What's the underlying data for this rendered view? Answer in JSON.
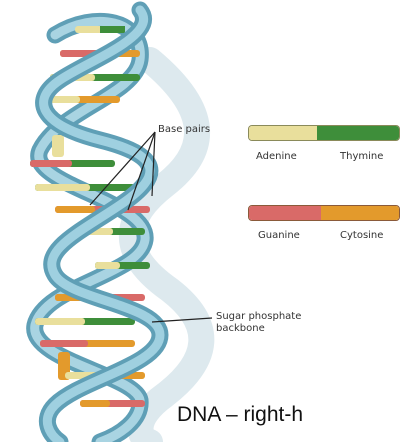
{
  "labels": {
    "base_pairs": "Base pairs",
    "sugar_backbone_line1": "Sugar phosphate",
    "sugar_backbone_line2": "backbone",
    "caption": "DNA – right-h"
  },
  "legend": [
    {
      "left": "Adenine",
      "right": "Thymine",
      "left_color": "#e9df9c",
      "right_color": "#3e8e3a",
      "left_share": 0.45
    },
    {
      "left": "Guanine",
      "right": "Cytosine",
      "left_color": "#d96a68",
      "right_color": "#e39a2c",
      "left_share": 0.48
    }
  ],
  "colors": {
    "backbone": "#86c1d4",
    "backbone_dark": "#5f9fb6",
    "shadow": "#dbe8ee",
    "adenine": "#e9df9c",
    "thymine": "#3e8e3a",
    "guanine": "#d96a68",
    "cytosine": "#e39a2c"
  }
}
